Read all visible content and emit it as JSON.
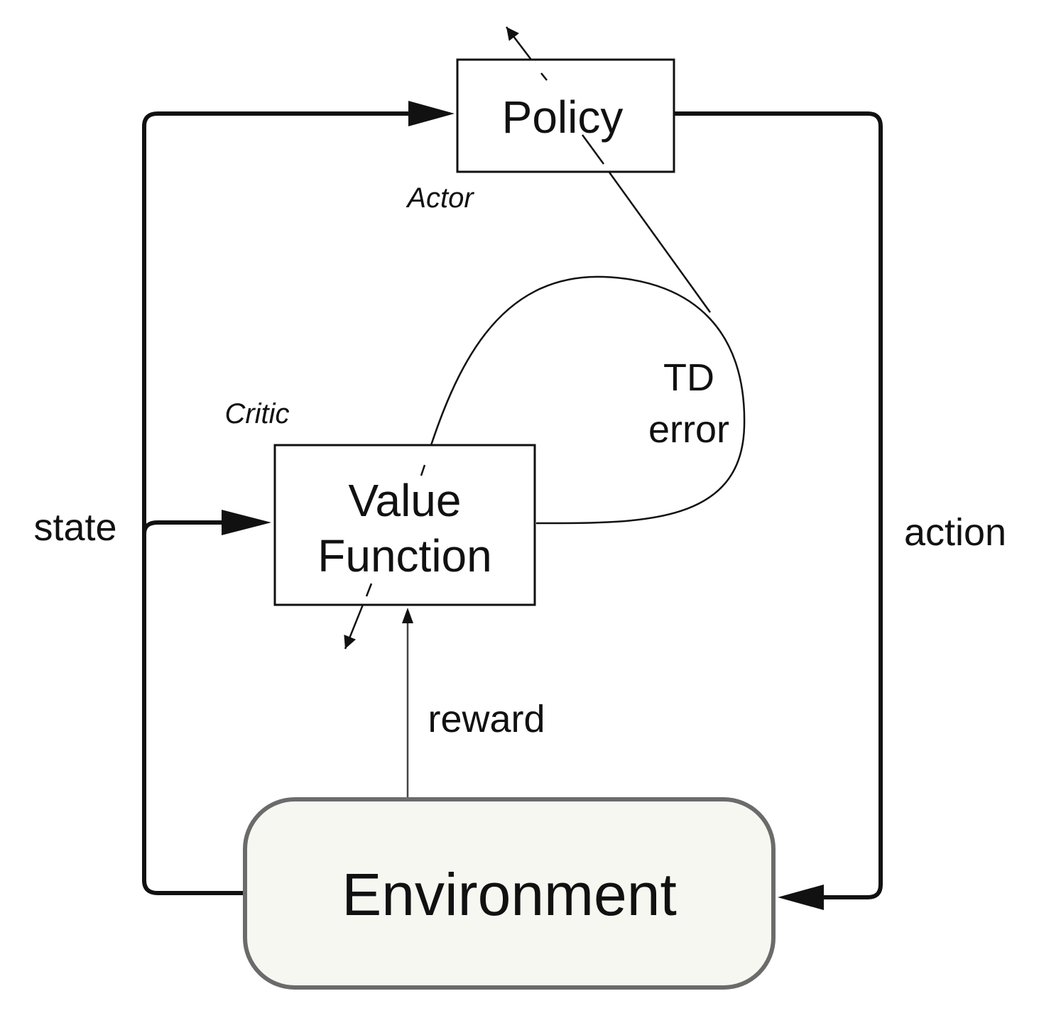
{
  "diagram": {
    "nodes": {
      "policy": {
        "label": "Policy",
        "role": "Actor"
      },
      "value_function": {
        "label_line1": "Value",
        "label_line2": "Function",
        "role": "Critic"
      },
      "environment": {
        "label": "Environment"
      }
    },
    "edges": {
      "state": "state",
      "action": "action",
      "reward": "reward",
      "td_error_line1": "TD",
      "td_error_line2": "error"
    },
    "colors": {
      "stroke": "#111111",
      "environment_border": "#6b6b6b",
      "environment_fill": "#f7f7f2",
      "background": "#ffffff"
    }
  }
}
